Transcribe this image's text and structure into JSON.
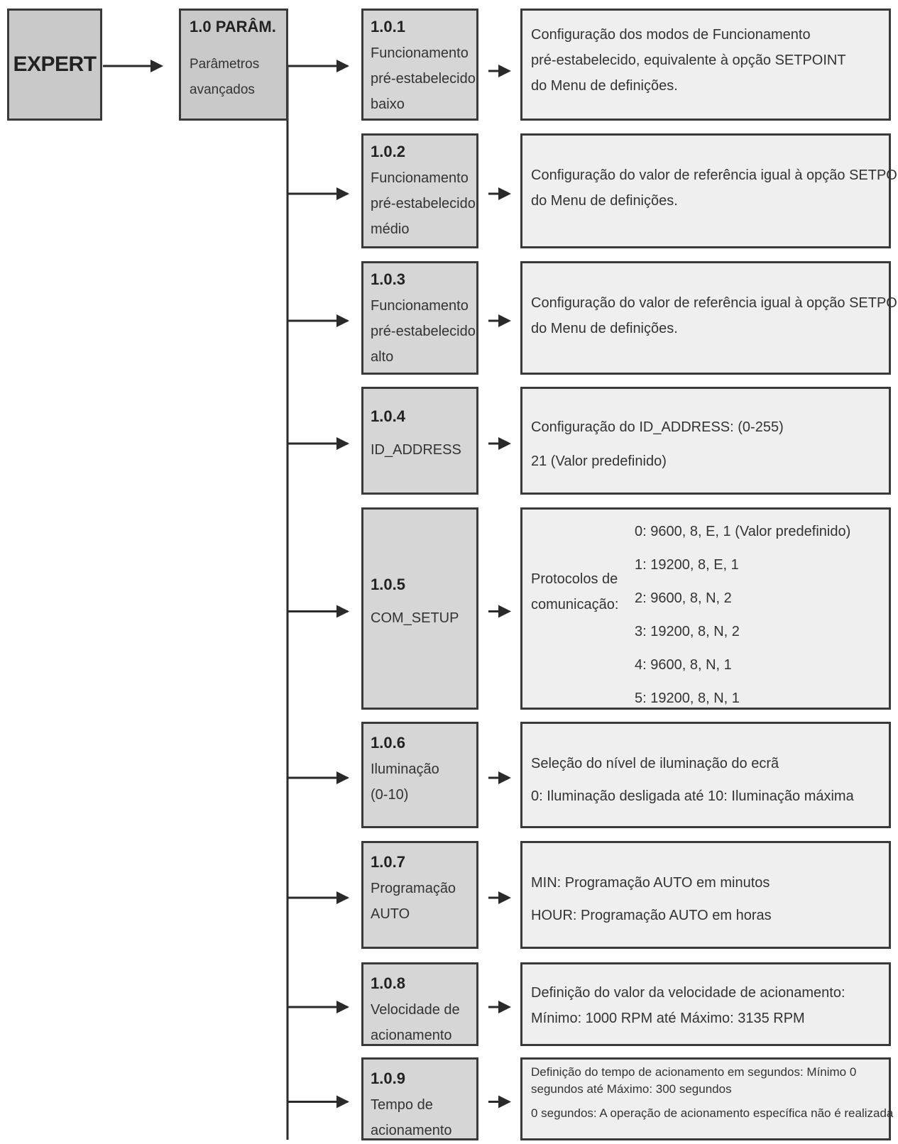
{
  "root": {
    "label": "EXPERT"
  },
  "parent": {
    "code": "1.0 PARÂM.",
    "description": "Parâmetros\navançados"
  },
  "items": [
    {
      "code": "1.0.1",
      "lines": [
        "Funcionamento",
        "pré-estabelecido",
        "baixo"
      ],
      "description": [
        "Configuração dos modos de Funcionamento",
        "pré-estabelecido, equivalente à opção SETPOINT",
        "do Menu de definições."
      ]
    },
    {
      "code": "1.0.2",
      "lines": [
        "Funcionamento",
        "pré-estabelecido",
        "médio"
      ],
      "description": [
        "Configuração do valor de referência igual à opção SETPOINT",
        "do Menu de definições."
      ]
    },
    {
      "code": "1.0.3",
      "lines": [
        "Funcionamento",
        "pré-estabelecido",
        "alto"
      ],
      "description": [
        "Configuração do valor de referência igual à opção SETPOINT",
        "do Menu de definições."
      ]
    },
    {
      "code": "1.0.4",
      "lines": [
        "ID_ADDRESS"
      ],
      "description": [
        "Configuração do ID_ADDRESS: (0-255)",
        "21 (Valor predefinido)"
      ]
    },
    {
      "code": "1.0.5",
      "lines": [
        "COM_SETUP"
      ],
      "description_label": [
        "Protocolos de",
        "comunicação:"
      ],
      "options": [
        "0: 9600, 8, E, 1 (Valor predefinido)",
        "1: 19200, 8, E, 1",
        "2: 9600, 8, N, 2",
        "3: 19200, 8, N, 2",
        "4: 9600, 8, N, 1",
        "5: 19200, 8, N, 1"
      ]
    },
    {
      "code": "1.0.6",
      "lines": [
        "Iluminação",
        "(0-10)"
      ],
      "description": [
        "Seleção do nível de iluminação do ecrã",
        "0: Iluminação desligada até  10: Iluminação máxima"
      ]
    },
    {
      "code": "1.0.7",
      "lines": [
        "Programação",
        "AUTO"
      ],
      "description": [
        "MIN: Programação AUTO em minutos",
        "HOUR: Programação AUTO em horas"
      ]
    },
    {
      "code": "1.0.8",
      "lines": [
        "Velocidade de",
        "acionamento"
      ],
      "description": [
        "Definição do valor da velocidade de acionamento:",
        "Mínimo: 1000 RPM até Máximo: 3135 RPM"
      ]
    },
    {
      "code": "1.0.9",
      "lines": [
        "Tempo de",
        "acionamento"
      ],
      "description": [
        "Definição do tempo de acionamento em segundos: Mínimo 0",
        "segundos até Máximo: 300 segundos",
        "0 segundos: A operação de acionamento específica não é realizada"
      ]
    }
  ]
}
